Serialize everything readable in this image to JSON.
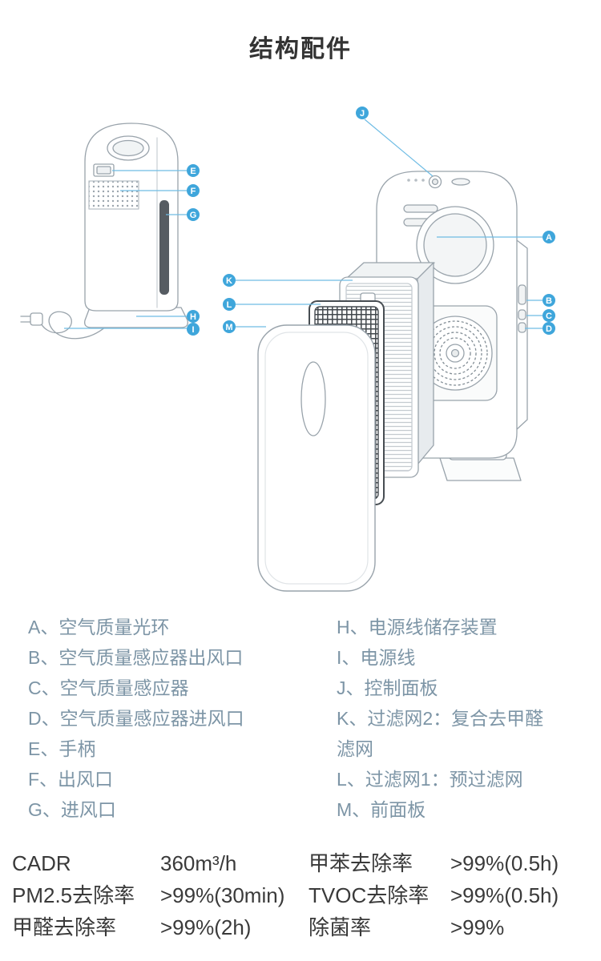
{
  "page": {
    "title": "结构配件"
  },
  "diagram": {
    "callouts": [
      "A",
      "B",
      "C",
      "D",
      "E",
      "F",
      "G",
      "H",
      "I",
      "J",
      "K",
      "L",
      "M"
    ]
  },
  "legend": {
    "left": [
      "A、空气质量光环",
      "B、空气质量感应器出风口",
      "C、空气质量感应器",
      "D、空气质量感应器进风口",
      "E、手柄",
      "F、出风口",
      "G、进风口"
    ],
    "right": [
      "H、电源线储存装置",
      "I、电源线",
      "J、控制面板",
      "K、过滤网2：复合去甲醛滤网",
      "L、过滤网1：预过滤网",
      "M、前面板"
    ]
  },
  "specs": {
    "rows": [
      {
        "l_label": "CADR",
        "l_value": "360m³/h",
        "r_label": "甲苯去除率",
        "r_value": ">99%(0.5h)"
      },
      {
        "l_label": "PM2.5去除率",
        "l_value": ">99%(30min)",
        "r_label": "TVOC去除率",
        "r_value": ">99%(0.5h)"
      },
      {
        "l_label": "甲醛去除率",
        "l_value": ">99%(2h)",
        "r_label": "除菌率",
        "r_value": ">99%"
      }
    ]
  },
  "colors": {
    "accent_blue": "#3fa6db",
    "callout_line_blue": "#6fbce4",
    "legend_text": "#7d95a6",
    "spec_text": "#3a3a3a",
    "line_art_gray": "#99a3ab"
  }
}
